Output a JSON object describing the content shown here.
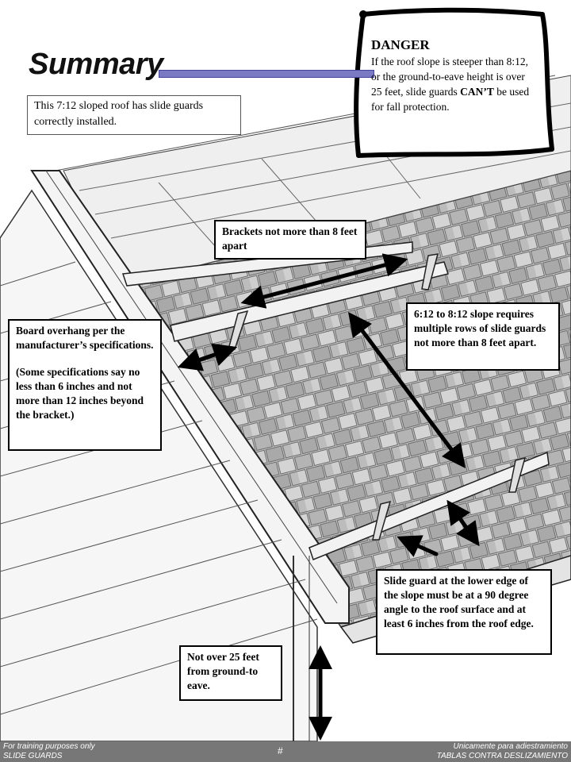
{
  "title": "Summary",
  "intro_text": "This 7:12 sloped roof has slide guards correctly installed.",
  "danger": {
    "heading": "DANGER",
    "line1": "If the roof slope is steeper than 8:12,  or the ground-to-eave height is over 25 feet, slide guards ",
    "emph": "CAN’T",
    "line2": " be used for fall protection."
  },
  "callouts": {
    "brackets": "Brackets not more than 8 feet apart",
    "overhang_1": "Board overhang per the manufacturer’s specifications.",
    "overhang_2": "(Some specifications say no less than 6 inches and not more than 12 inches beyond the bracket.)",
    "slope": "6:12 to 8:12 slope requires multiple rows of slide guards not more than 8 feet apart.",
    "lower_edge": "Slide guard at the lower edge of the slope must be at a 90 degree angle to the roof surface and at least 6 inches from the roof edge.",
    "height": "Not over 25 feet from ground-to eave."
  },
  "footer": {
    "left_1": "For training purposes only",
    "left_2": "SLIDE GUARDS",
    "right_1": "Unicamente para adiestramiento",
    "right_2": "TABLAS CONTRA DESLIZAMIENTO",
    "page": "#"
  }
}
